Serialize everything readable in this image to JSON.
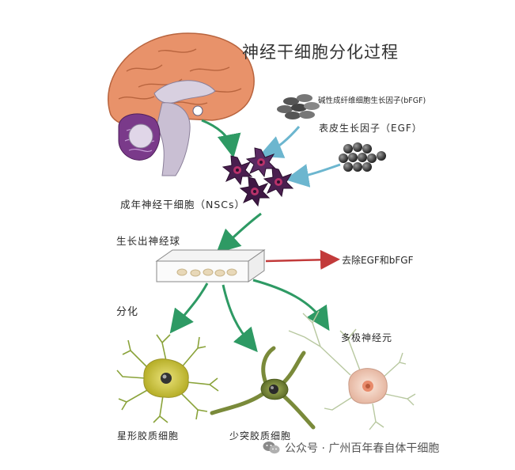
{
  "title": "神经干细胞分化过程",
  "labels": {
    "bfgf": "碱性成纤维细胞生长因子(bFGF)",
    "egf": "表皮生长因子（EGF）",
    "nsc": "成年神经干细胞（NSCs）",
    "sphere": "生长出神经球",
    "remove": "去除EGF和bFGF",
    "differentiation": "分化",
    "multipolar": "多极神经元",
    "astrocyte": "星形胶质细胞",
    "oligodendrocyte": "少突胶质细胞"
  },
  "watermark": {
    "text": "公众号 · 广州百年春自体干细胞",
    "icon": "wechat-icon"
  },
  "colors": {
    "brain": "#e8926a",
    "cerebellum": "#7a3a8a",
    "nsc": "#4a1f4f",
    "arrow_green": "#2e9a64",
    "arrow_blue": "#6cb6cf",
    "arrow_red": "#c23a3a",
    "astrocyte": "#c8c23a",
    "oligodendrocyte": "#7a8a3a",
    "neuron": "#f0cfc0",
    "dendrite": "#8aa33a"
  }
}
